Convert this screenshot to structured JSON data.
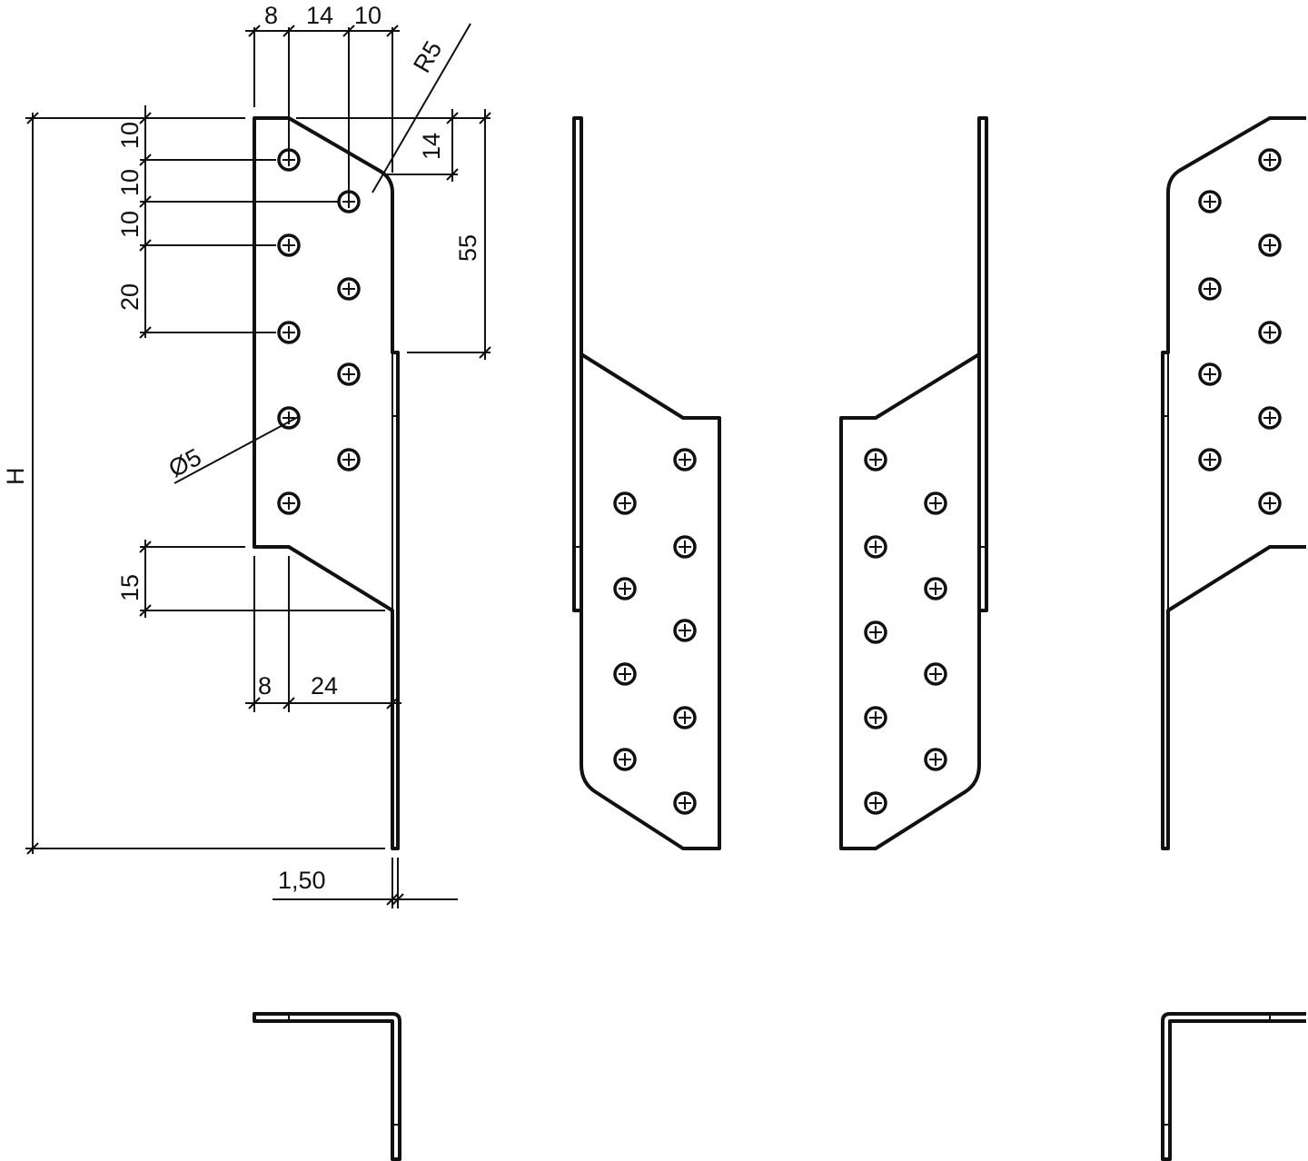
{
  "drawing": {
    "title": "",
    "views": [
      "front-dimensioned",
      "side-left",
      "side-right",
      "back",
      "top-left",
      "top-right"
    ]
  },
  "dimensions": {
    "top_offsets": [
      "8",
      "14",
      "10"
    ],
    "radius": "R5",
    "top_cut_height": "14",
    "flange_top": "55",
    "vertical_spacings": [
      "10",
      "10",
      "10",
      "20"
    ],
    "bottom_cut": "15",
    "bottom_offsets": [
      "8",
      "24"
    ],
    "hole_diameter": "Ø5",
    "overall_height": "H",
    "thickness": "1,50"
  },
  "colors": {
    "line": "#111111",
    "background": "#ffffff"
  }
}
